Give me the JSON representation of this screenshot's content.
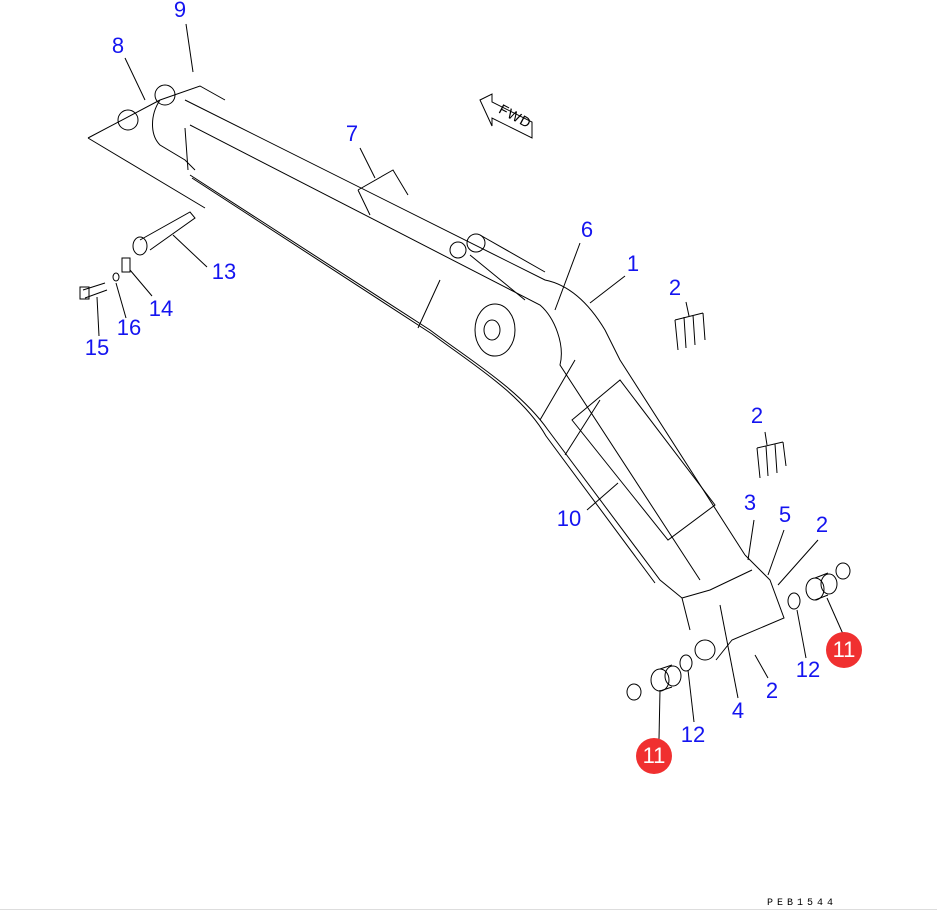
{
  "diagram": {
    "callouts": [
      {
        "id": "9",
        "text": "9"
      },
      {
        "id": "8",
        "text": "8"
      },
      {
        "id": "7",
        "text": "7"
      },
      {
        "id": "6",
        "text": "6"
      },
      {
        "id": "1",
        "text": "1"
      },
      {
        "id": "2a",
        "text": "2"
      },
      {
        "id": "13",
        "text": "13"
      },
      {
        "id": "14",
        "text": "14"
      },
      {
        "id": "16",
        "text": "16"
      },
      {
        "id": "15",
        "text": "15"
      },
      {
        "id": "2b",
        "text": "2"
      },
      {
        "id": "3",
        "text": "3"
      },
      {
        "id": "5",
        "text": "5"
      },
      {
        "id": "2c",
        "text": "2"
      },
      {
        "id": "10",
        "text": "10"
      },
      {
        "id": "12a",
        "text": "12"
      },
      {
        "id": "2d",
        "text": "2"
      },
      {
        "id": "4",
        "text": "4"
      },
      {
        "id": "12b",
        "text": "12"
      },
      {
        "id": "11a",
        "text": "11"
      },
      {
        "id": "11b",
        "text": "11"
      }
    ],
    "fwd_label": "FWD",
    "drawing_code": "PEB1544",
    "highlight_color": "#f03030",
    "callout_color": "#1414f0"
  }
}
